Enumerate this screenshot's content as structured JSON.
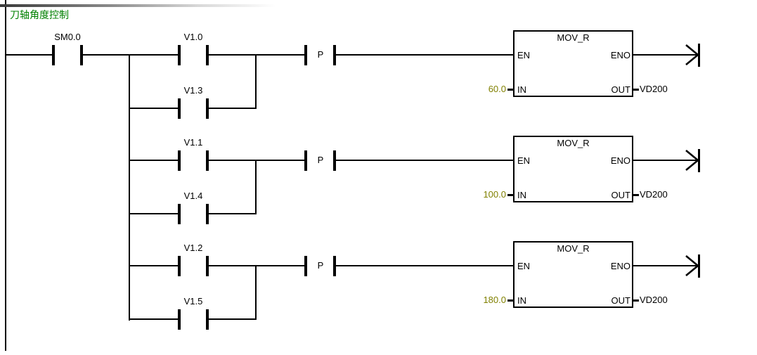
{
  "network": {
    "comment": "刀轴角度控制"
  },
  "colors": {
    "comment_green": "#008000",
    "value_olive": "#808000",
    "wire_black": "#000000"
  },
  "rungs": [
    {
      "left_contact": "SM0.0",
      "top_contact": "V1.0",
      "bottom_contact": "V1.3",
      "edge_contact": "P",
      "block": {
        "title": "MOV_R",
        "port_en": "EN",
        "port_eno": "ENO",
        "port_in": "IN",
        "port_out": "OUT",
        "in_value": "60.0",
        "out_operand": "VD200"
      }
    },
    {
      "top_contact": "V1.1",
      "bottom_contact": "V1.4",
      "edge_contact": "P",
      "block": {
        "title": "MOV_R",
        "port_en": "EN",
        "port_eno": "ENO",
        "port_in": "IN",
        "port_out": "OUT",
        "in_value": "100.0",
        "out_operand": "VD200"
      }
    },
    {
      "top_contact": "V1.2",
      "bottom_contact": "V1.5",
      "edge_contact": "P",
      "block": {
        "title": "MOV_R",
        "port_en": "EN",
        "port_eno": "ENO",
        "port_in": "IN",
        "port_out": "OUT",
        "in_value": "180.0",
        "out_operand": "VD200"
      }
    }
  ]
}
